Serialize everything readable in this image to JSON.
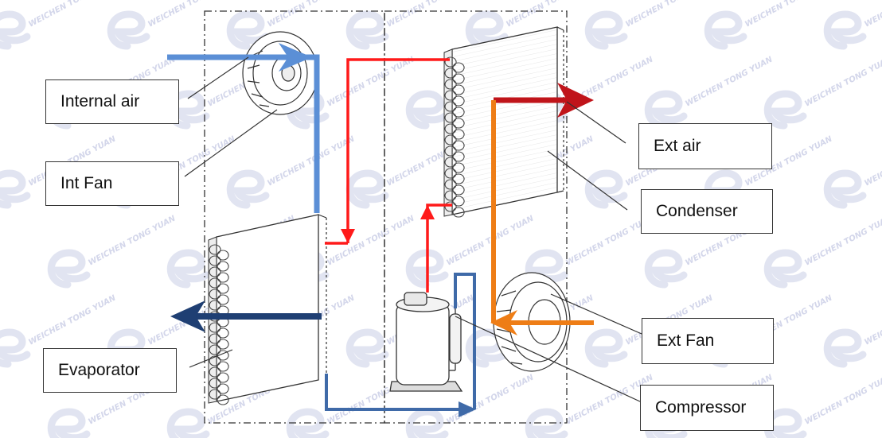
{
  "labels": {
    "internal_air": "Internal air",
    "int_fan": "Int Fan",
    "evaporator": "Evaporator",
    "ext_air": "Ext air",
    "condenser": "Condenser",
    "ext_fan": "Ext Fan",
    "compressor": "Compressor"
  },
  "watermark": {
    "text": "WEICHEN TONG YUAN",
    "color": "#c9cde6"
  },
  "colors": {
    "internal_air_flow": "#5b8fd6",
    "return_air_flow": "#1f3f73",
    "refrigerant_hot": "#ff1a1a",
    "exhaust_air_flow": "#c0141a",
    "ext_fan_flow": "#ee7d16",
    "suction_line": "#3f6aa8",
    "outline": "#333333"
  }
}
